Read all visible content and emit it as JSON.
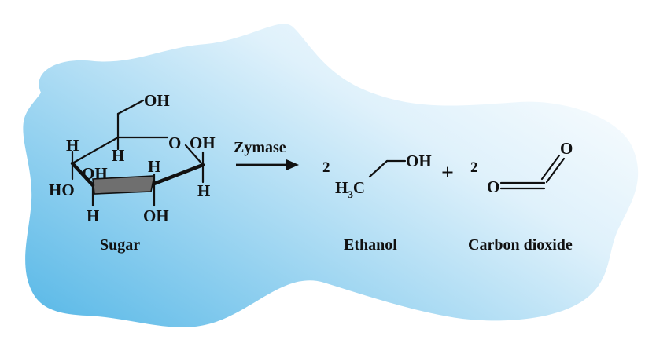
{
  "colors": {
    "blob_light": "#ffffff",
    "blob_dark": "#5fbbe8",
    "ring_fill": "#6f6f6f",
    "ink": "#111111"
  },
  "sugar": {
    "atoms": {
      "oh_top": "OH",
      "ring_o": "O",
      "oh_right": "OH",
      "h_left_top": "H",
      "h_c4": "H",
      "oh_c3": "OH",
      "h_c2": "H",
      "ho_left": "HO",
      "h_right": "H",
      "h_bottom_left": "H",
      "oh_bottom": "OH"
    },
    "caption": "Sugar"
  },
  "reaction": {
    "enzyme": "Zymase",
    "plus": "+"
  },
  "ethanol": {
    "coefficient": "2",
    "oh": "OH",
    "h3c_h": "H",
    "h3c_sub": "3",
    "h3c_c": "C",
    "caption": "Ethanol"
  },
  "co2": {
    "coefficient": "2",
    "o_top": "O",
    "o_left": "O",
    "caption": "Carbon dioxide"
  }
}
